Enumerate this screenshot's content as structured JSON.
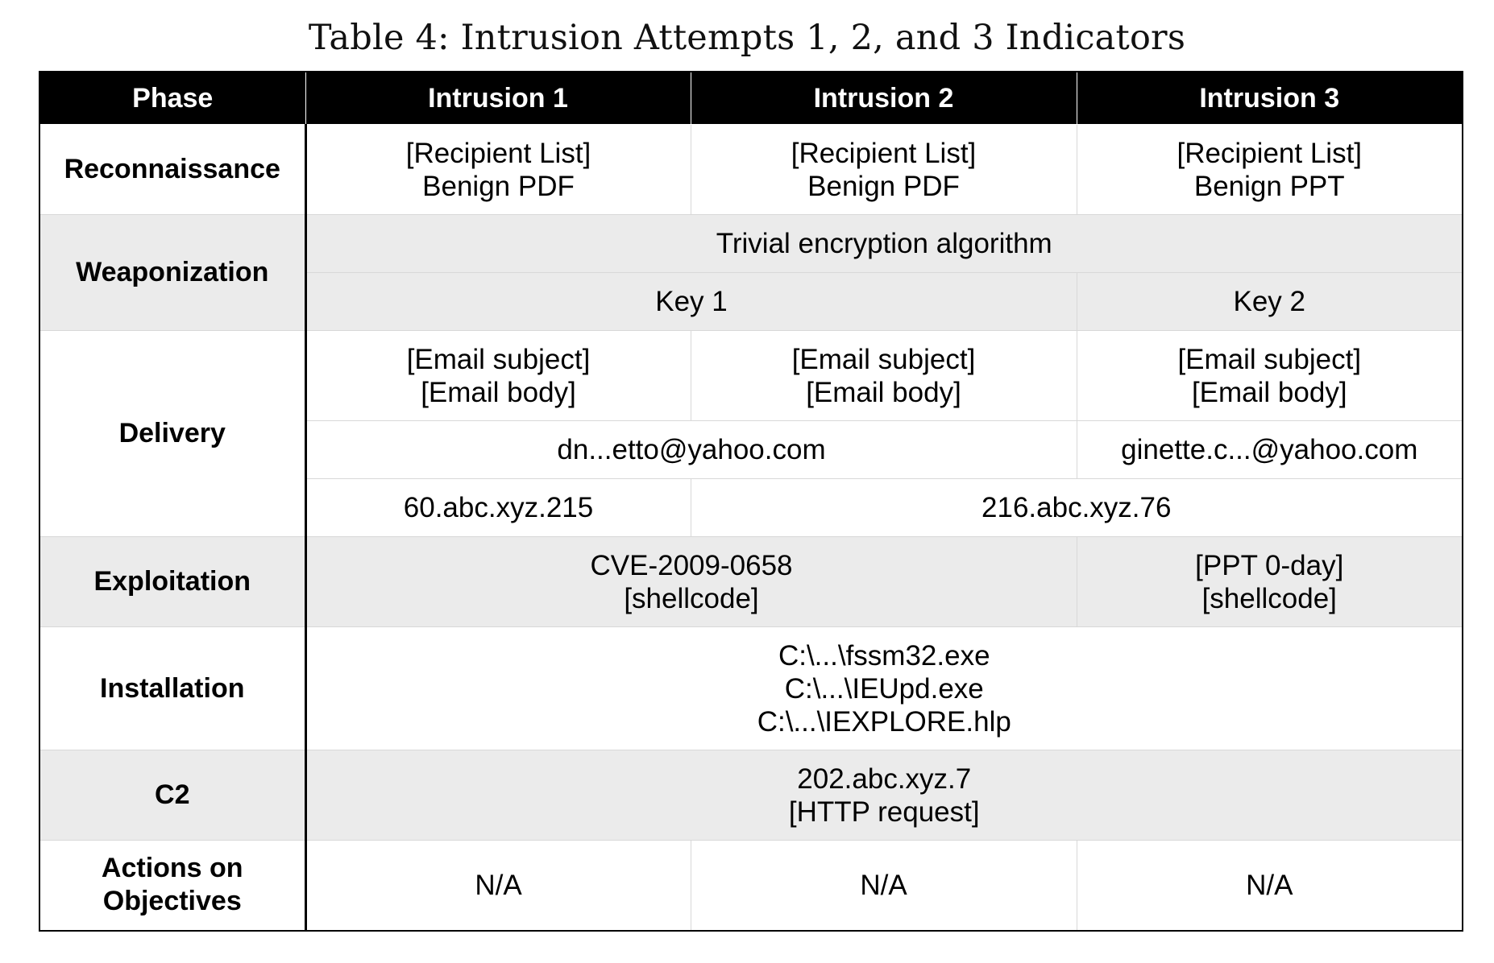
{
  "caption": "Table 4: Intrusion Attempts 1, 2, and 3 Indicators",
  "headers": {
    "phase": "Phase",
    "intrusion1": "Intrusion 1",
    "intrusion2": "Intrusion 2",
    "intrusion3": "Intrusion 3"
  },
  "reconnaissance": {
    "label": "Reconnaissance",
    "i1": [
      "[Recipient List]",
      "Benign PDF"
    ],
    "i2": [
      "[Recipient List]",
      "Benign PDF"
    ],
    "i3": [
      "[Recipient List]",
      "Benign PPT"
    ]
  },
  "weaponization": {
    "label": "Weaponization",
    "all": "Trivial encryption algorithm",
    "key_i1_i2": "Key 1",
    "key_i3": "Key 2"
  },
  "delivery": {
    "label": "Delivery",
    "email_i1": [
      "[Email subject]",
      "[Email body]"
    ],
    "email_i2": [
      "[Email subject]",
      "[Email body]"
    ],
    "email_i3": [
      "[Email subject]",
      "[Email body]"
    ],
    "sender_i1_i2": "dn...etto@yahoo.com",
    "sender_i3": "ginette.c...@yahoo.com",
    "ip_i1": "60.abc.xyz.215",
    "ip_i2_i3": "216.abc.xyz.76"
  },
  "exploitation": {
    "label": "Exploitation",
    "i1_i2": [
      "CVE-2009-0658",
      "[shellcode]"
    ],
    "i3": [
      "[PPT 0-day]",
      "[shellcode]"
    ]
  },
  "installation": {
    "label": "Installation",
    "all": [
      "C:\\...\\fssm32.exe",
      "C:\\...\\IEUpd.exe",
      "C:\\...\\IEXPLORE.hlp"
    ]
  },
  "c2": {
    "label": "C2",
    "all": [
      "202.abc.xyz.7",
      "[HTTP request]"
    ]
  },
  "actions": {
    "label": [
      "Actions on",
      "Objectives"
    ],
    "i1": "N/A",
    "i2": "N/A",
    "i3": "N/A"
  }
}
